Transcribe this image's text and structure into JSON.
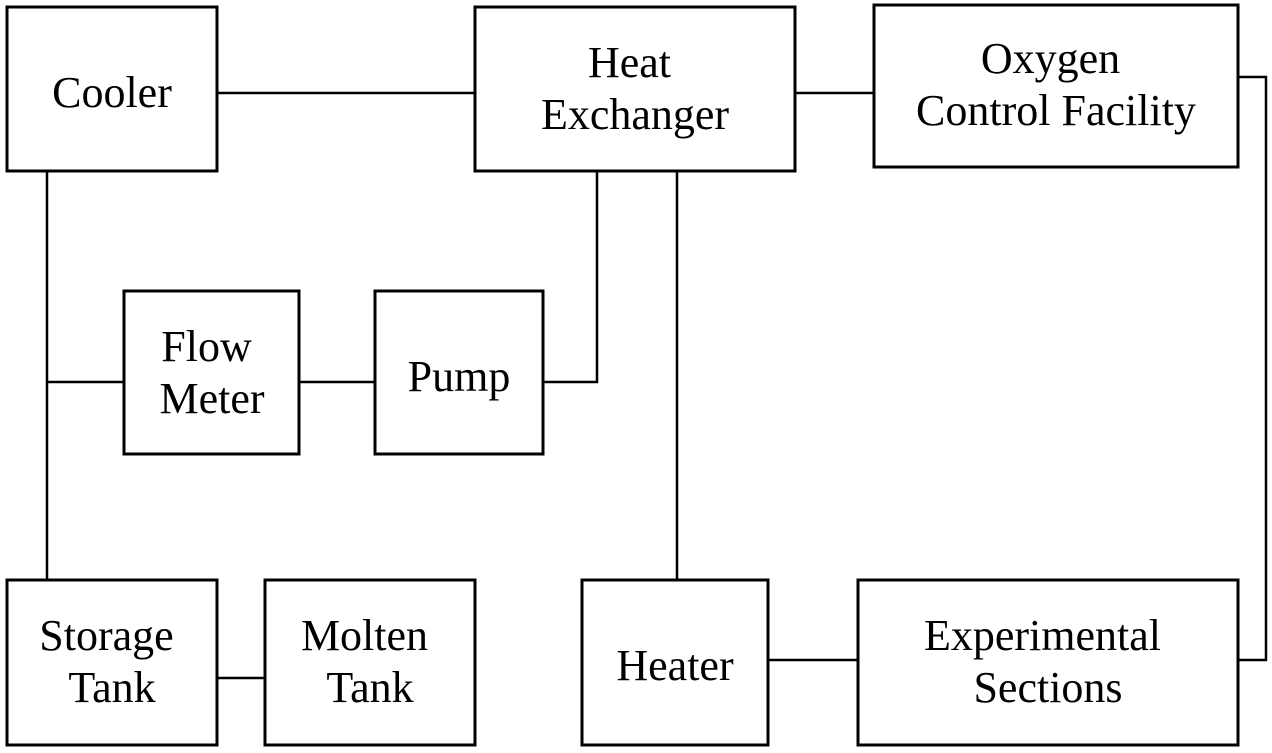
{
  "components": {
    "cooler": {
      "lines": [
        "Cooler"
      ]
    },
    "heat_exchanger": {
      "lines": [
        "Heat",
        "Exchanger"
      ]
    },
    "oxygen_control": {
      "lines": [
        "Oxygen",
        "Control Facility"
      ]
    },
    "flow_meter": {
      "lines": [
        "Flow",
        "Meter"
      ]
    },
    "pump": {
      "lines": [
        "Pump"
      ]
    },
    "storage_tank": {
      "lines": [
        "Storage",
        "Tank"
      ]
    },
    "molten_tank": {
      "lines": [
        "Molten",
        "Tank"
      ]
    },
    "heater": {
      "lines": [
        "Heater"
      ]
    },
    "experimental_sections": {
      "lines": [
        "Experimental",
        "Sections"
      ]
    }
  },
  "colors": {
    "stroke": "#000000",
    "background": "#ffffff"
  }
}
